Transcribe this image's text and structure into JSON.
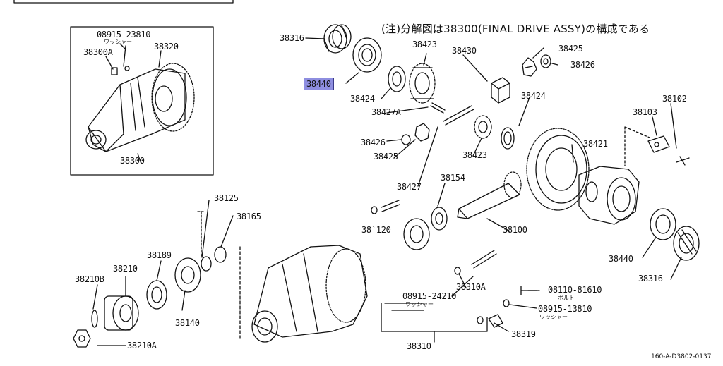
{
  "diagram": {
    "note": "(注)分解図は38300(FINAL DRIVE ASSY)の構成である",
    "code": "160-A-D3802-0137",
    "highlight_color": "#8e8ee0",
    "parts": {
      "p_08915_23810": "08915-23810",
      "p_washer_a": "ワッシャー",
      "p_38300A": "38300A",
      "p_38320": "38320",
      "p_38300": "38300",
      "p_38316_top": "38316",
      "p_38440_hl": "38440",
      "p_38423_top": "38423",
      "p_38430": "38430",
      "p_38425_top": "38425",
      "p_38426_top": "38426",
      "p_38424_left": "38424",
      "p_38424_right": "38424",
      "p_38427A": "38427A",
      "p_38102": "38102",
      "p_38103": "38103",
      "p_38426_mid": "38426",
      "p_38425_mid": "38425",
      "p_38423_mid": "38423",
      "p_38421": "38421",
      "p_38427": "38427",
      "p_38154": "38154",
      "p_38125": "38125",
      "p_38165": "38165",
      "p_38120": "38`120",
      "p_38100": "38100",
      "p_38440_bot": "38440",
      "p_38316_bot": "38316",
      "p_38189": "38189",
      "p_38210": "38210",
      "p_38210B": "38210B",
      "p_38140": "38140",
      "p_38210A": "38210A",
      "p_38310A": "38310A",
      "p_08915_24210": "08915-24210",
      "p_washer_b": "ワッシャー",
      "p_08110_81610": "08110-81610",
      "p_bolt": "ボルト",
      "p_08915_13810": "08915-13810",
      "p_washer_c": "ワッシャー",
      "p_38319": "38319",
      "p_38310": "38310"
    }
  }
}
